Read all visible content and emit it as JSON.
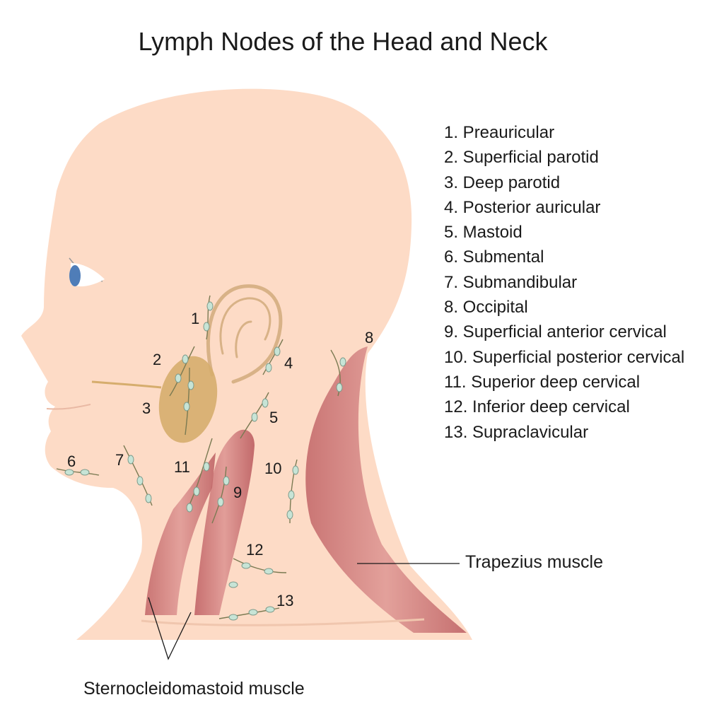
{
  "title": "Lymph Nodes of  the Head and Neck",
  "legend": [
    "1. Preauricular",
    "2. Superficial parotid",
    "3. Deep parotid",
    "4. Posterior auricular",
    "5. Mastoid",
    "6. Submental",
    "7. Submandibular",
    "8. Occipital",
    "9. Superficial anterior cervical",
    "10. Superficial posterior cervical",
    "11. Superior deep cervical",
    "12. Inferior deep cervical",
    "13. Supraclavicular"
  ],
  "markers": [
    "1",
    "2",
    "3",
    "4",
    "5",
    "6",
    "7",
    "8",
    "9",
    "10",
    "11",
    "12",
    "13"
  ],
  "muscles": {
    "trapezius": "Trapezius muscle",
    "sternocleidomastoid": "Sternocleidomastoid muscle"
  },
  "colors": {
    "skin": "#fddbc6",
    "muscle": "#d37b79",
    "parotid": "#d6ad6d",
    "ear": "#d8b287",
    "node": "#c7e4d6",
    "eye_iris": "#4f7db8"
  }
}
